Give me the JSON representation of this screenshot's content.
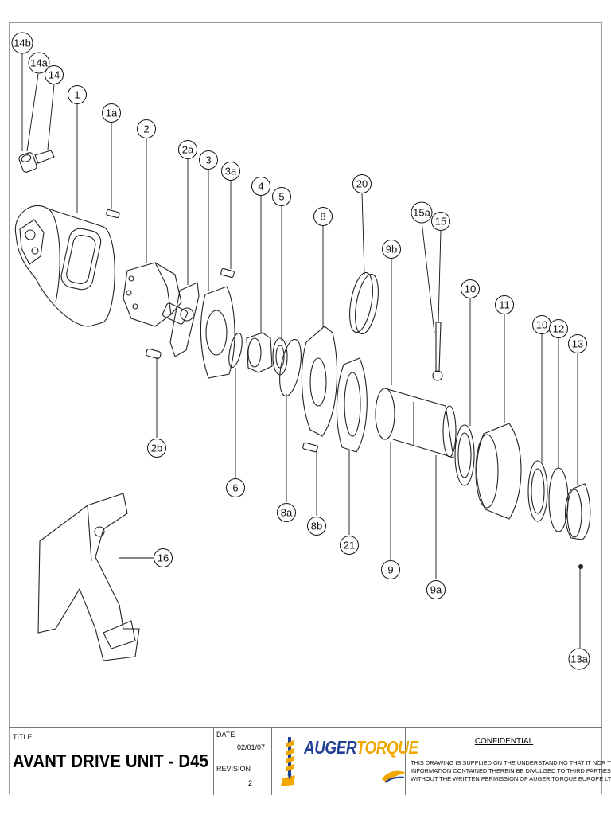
{
  "drawing": {
    "callouts": [
      "14b",
      "14a",
      "14",
      "1",
      "1a",
      "2",
      "2a",
      "3",
      "3a",
      "4",
      "5",
      "8",
      "20",
      "9b",
      "15a",
      "15",
      "10",
      "11",
      "10",
      "12",
      "13",
      "2b",
      "6",
      "8a",
      "8b",
      "21",
      "9",
      "9a",
      "13a",
      "16"
    ]
  },
  "title_block": {
    "title_label": "TITLE",
    "title": "AVANT DRIVE UNIT - D45",
    "date_label": "DATE",
    "date": "02/01/07",
    "revision_label": "REVISION",
    "revision": "2",
    "logo": {
      "part1": "AUGER",
      "part2": "TORQUE",
      "color1": "#1f3f93",
      "color2": "#f0a800"
    },
    "confidential_heading": "CONFIDENTIAL",
    "confidential_lines": [
      "THIS DRAWING IS SUPPLIED ON THE UNDERSTANDING THAT IT NOR THE",
      "INFORMATION CONTAINED THEREIN BE DIVULGED TO THIRD PARTIES",
      "WITHOUT THE WRITTEN PERMISSION OF  AUGER TORQUE EUROPE LTD"
    ]
  }
}
